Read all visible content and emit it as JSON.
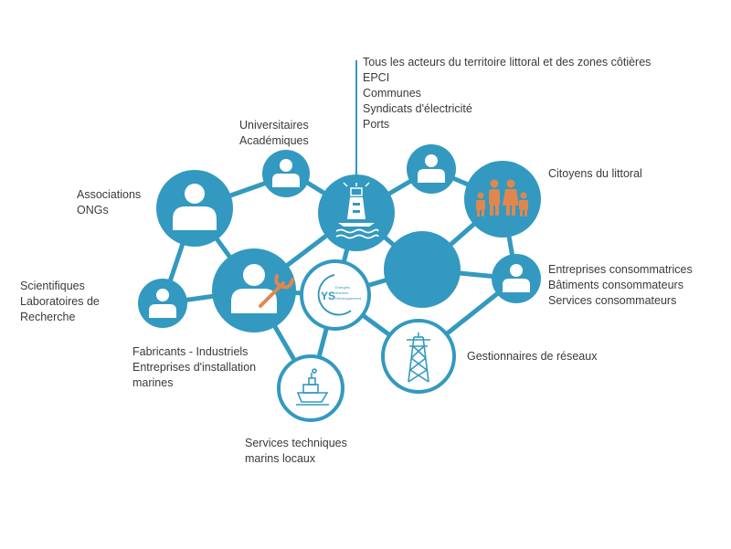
{
  "colors": {
    "primary": "#3399c0",
    "accent": "#e0874f",
    "link": "#3399c0",
    "text": "#3a3a3a"
  },
  "labels": {
    "all_actors": [
      "Tous les acteurs du territoire littoral et des zones côtières",
      "EPCI",
      "Communes",
      "Syndicats d'électricité",
      "Ports"
    ],
    "academics": [
      "Universitaires",
      "Académiques"
    ],
    "associations": [
      "Associations",
      "ONGs"
    ],
    "scientists": [
      "Scientifiques",
      "Laboratoires de",
      "Recherche"
    ],
    "manufacturers": [
      "Fabricants -  Industriels",
      "Entreprises d'installation",
      "marines"
    ],
    "marine_services": [
      "Services techniques",
      "marins locaux"
    ],
    "citizens": [
      "Citoyens du littoral"
    ],
    "consumers": [
      "Entreprises consommatrices",
      "Bâtiments consommateurs",
      "Services consommateurs"
    ],
    "grid_managers": [
      "Gestionnaires de réseaux"
    ]
  },
  "logo": {
    "initials": "YS",
    "tagline": [
      "Energies",
      "Marines",
      "Développement"
    ]
  },
  "icons": {
    "central": "lighthouse-icon",
    "citizens": "family-icon",
    "manufacturers": "wrench-icon",
    "marine_services": "ship-icon",
    "grid_managers": "pylon-icon",
    "person": "person-icon"
  }
}
